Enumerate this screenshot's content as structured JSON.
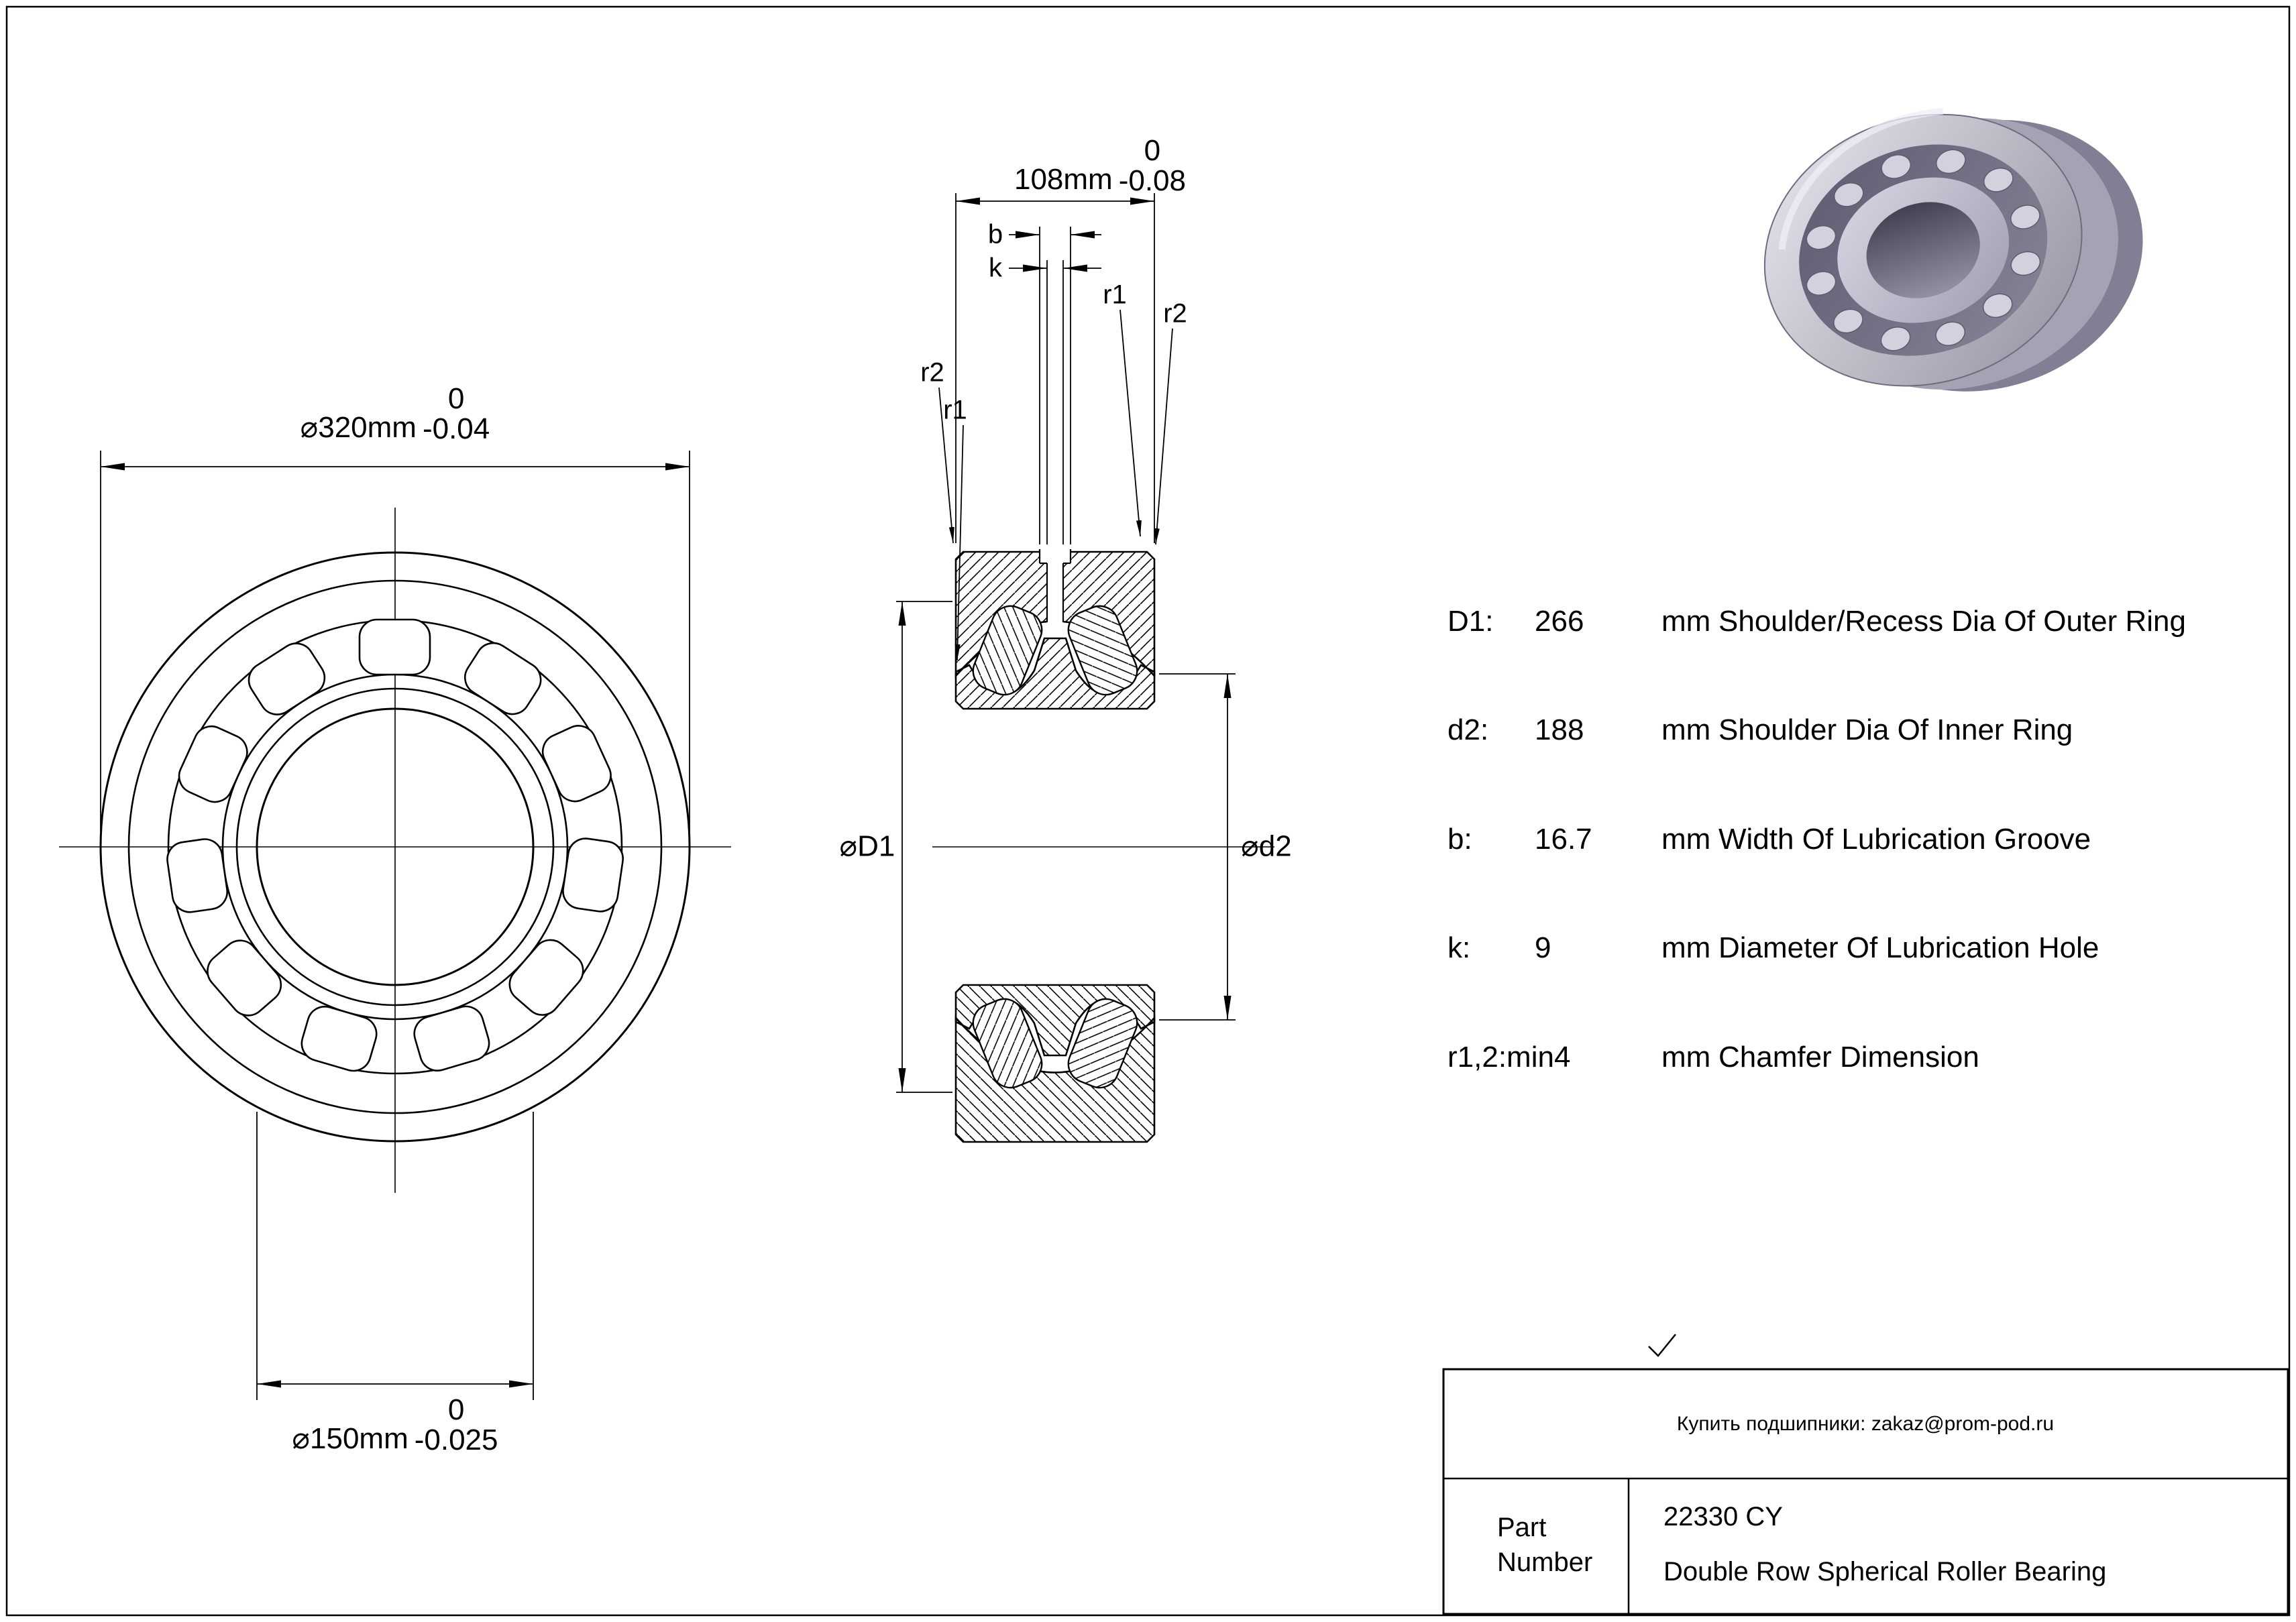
{
  "front_view": {
    "outer_dim": {
      "prefix": "⌀320mm",
      "tol_upper": "0",
      "tol_lower": "-0.04"
    },
    "bore_dim": {
      "prefix": "⌀150mm",
      "tol_upper": "0",
      "tol_lower": "-0.025"
    }
  },
  "section_view": {
    "width_dim": {
      "prefix": "108mm",
      "tol_upper": "0",
      "tol_lower": "-0.08"
    },
    "labels": {
      "b": "b",
      "k": "k",
      "r1_top": "r1",
      "r2_top": "r2",
      "r2_left": "r2",
      "r1_left": "r1",
      "d1": "⌀D1",
      "d2": "⌀d2"
    }
  },
  "spec_table": {
    "rows": [
      {
        "param": "D1:",
        "value": "266",
        "unit": "mm",
        "desc": "Shoulder/Recess Dia Of Outer Ring"
      },
      {
        "param": "d2:",
        "value": "188",
        "unit": "mm",
        "desc": "Shoulder Dia Of Inner Ring"
      },
      {
        "param": "b:",
        "value": "16.7",
        "unit": "mm",
        "desc": "Width Of Lubrication Groove"
      },
      {
        "param": "k:",
        "value": "9",
        "unit": "mm",
        "desc": "Diameter Of Lubrication Hole"
      },
      {
        "param": "r1,2:min4",
        "value": "",
        "unit": "mm",
        "desc": "Chamfer Dimension"
      }
    ]
  },
  "title_block": {
    "contact": "Купить подшипники: zakaz@prom-pod.ru",
    "part_label": "Part Number",
    "part_number": "22330 CY",
    "part_desc": "Double Row Spherical Roller Bearing"
  }
}
